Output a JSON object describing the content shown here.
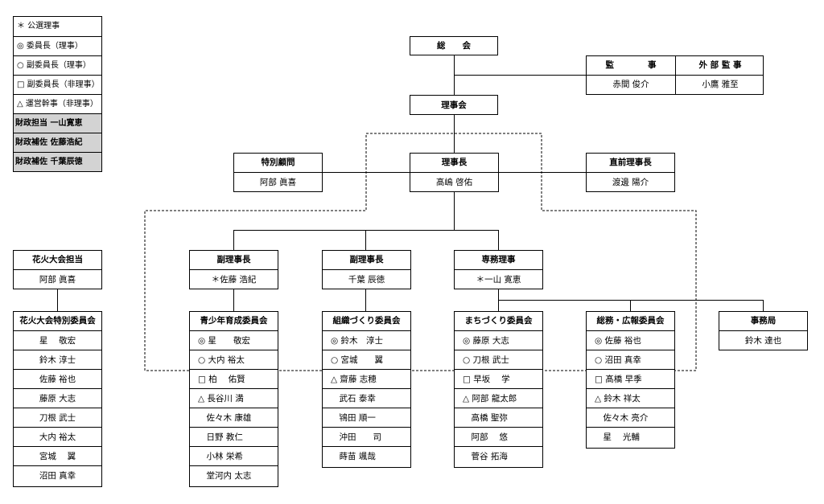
{
  "legend": [
    {
      "text": "＊ 公選理事",
      "gray": false
    },
    {
      "text": "◎ 委員長（理事）",
      "gray": false
    },
    {
      "text": "○ 副委員長（理事）",
      "gray": false
    },
    {
      "text": "□ 副委員長（非理事）",
      "gray": false
    },
    {
      "text": "△ 運営幹事（非理事）",
      "gray": false
    },
    {
      "text": "財政担当 一山寛恵",
      "gray": true
    },
    {
      "text": "財政補佐 佐藤浩紀",
      "gray": true
    },
    {
      "text": "財政補佐 千葉辰徳",
      "gray": true
    }
  ],
  "general_assembly": "総　　会",
  "auditors": {
    "left_header": "監　　　　事",
    "left_name": "赤間 俊介",
    "right_header": "外 部 監 事",
    "right_name": "小鷹 雅至"
  },
  "board": "理事会",
  "special_advisor": {
    "title": "特別顧問",
    "name": "阿部 眞喜"
  },
  "president": {
    "title": "理事長",
    "name": "髙嶋 啓佑"
  },
  "past_president": {
    "title": "直前理事長",
    "name": "渡邊 陽介"
  },
  "vp1": {
    "title": "副理事長",
    "name": "＊佐藤 浩紀"
  },
  "vp2": {
    "title": "副理事長",
    "name": "千葉 辰徳"
  },
  "exec_director": {
    "title": "専務理事",
    "name": "＊一山 寛恵"
  },
  "fireworks_lead": {
    "title": "花火大会担当",
    "name": "阿部 眞喜"
  },
  "fireworks_committee": {
    "title": "花火大会特別委員会",
    "members": [
      "星　 敬宏",
      "鈴木 淳士",
      "佐藤 裕也",
      "藤原 大志",
      "刀根 武士",
      "大内 裕太",
      "宮城　 翼",
      "沼田 真幸"
    ]
  },
  "committees": [
    {
      "title": "青少年育成委員会",
      "members": [
        "◎ 星　　敬宏",
        "○ 大内 裕太",
        "□ 柏　 佑賢",
        "△ 長谷川 満",
        "　佐々木 康雄",
        "　日野 教仁",
        "　小林 栄希",
        "　堂河内 太志"
      ]
    },
    {
      "title": "組織づくり委員会",
      "members": [
        "◎ 鈴木　淳士",
        "○ 宮城　　翼",
        "△ 齋藤 志穂",
        "　武石 泰幸",
        "　鴇田 順一",
        "　沖田　　司",
        "　蒔苗 颯哉"
      ]
    },
    {
      "title": "まちづくり委員会",
      "members": [
        "◎ 藤原 大志",
        "○ 刀根 武士",
        "□ 早坂　 学",
        "△ 阿部 龍太郎",
        "　高橋 聖弥",
        "　阿部　 悠",
        "　菅谷 拓海"
      ]
    },
    {
      "title": "総務・広報委員会",
      "members": [
        "◎ 佐藤 裕也",
        "○ 沼田 真幸",
        "□ 髙橋 早季",
        "△ 鈴木 祥太",
        "　佐々木 亮介",
        "　星　 光輔"
      ]
    }
  ],
  "secretariat": {
    "title": "事務局",
    "name": "鈴木 達也"
  }
}
